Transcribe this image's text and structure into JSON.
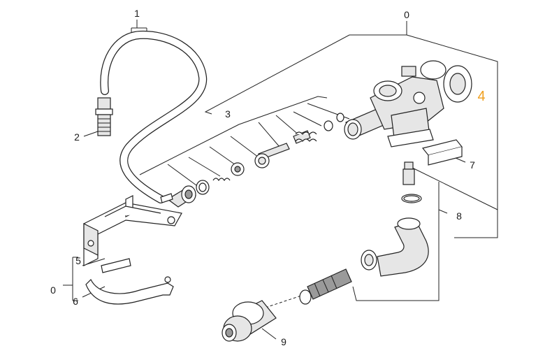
{
  "labels": {
    "l1": "1",
    "l0_top": "0",
    "l2": "2",
    "l3": "3",
    "l4": "4",
    "l5": "5",
    "l0_left": "0",
    "l6": "6",
    "l7": "7",
    "l8": "8",
    "l9": "9"
  },
  "colors": {
    "highlight": "#f0a020",
    "line": "#222222"
  }
}
